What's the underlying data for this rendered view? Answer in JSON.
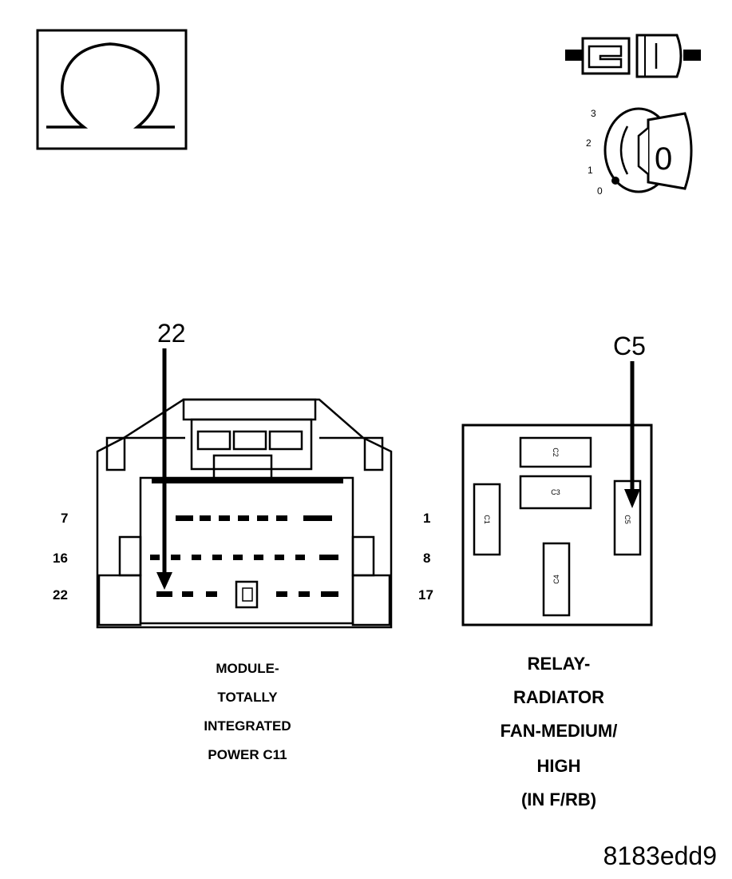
{
  "symbols": {
    "ohm_icon": "ohm-symbol-icon",
    "connector_icon": "disconnected-connector-icon",
    "ignition_icon": "ignition-key-off-icon",
    "ignition_positions": [
      "3",
      "2",
      "1",
      "0"
    ],
    "ignition_key_label": "0"
  },
  "connector_view": {
    "callout": "22",
    "row_labels": {
      "top_left": "7",
      "top_right": "1",
      "middle_left": "16",
      "middle_right": "8",
      "bottom_left": "22",
      "bottom_right": "17"
    },
    "caption": [
      "MODULE-",
      "TOTALLY",
      "INTEGRATED",
      "POWER C11"
    ]
  },
  "relay_view": {
    "callout": "C5",
    "cavities": [
      "C2",
      "C3",
      "C1",
      "C4",
      "C5"
    ],
    "caption": [
      "RELAY-",
      "RADIATOR",
      "FAN-MEDIUM/",
      "HIGH",
      "(IN F/RB)"
    ]
  },
  "figure_id": "8183edd9"
}
